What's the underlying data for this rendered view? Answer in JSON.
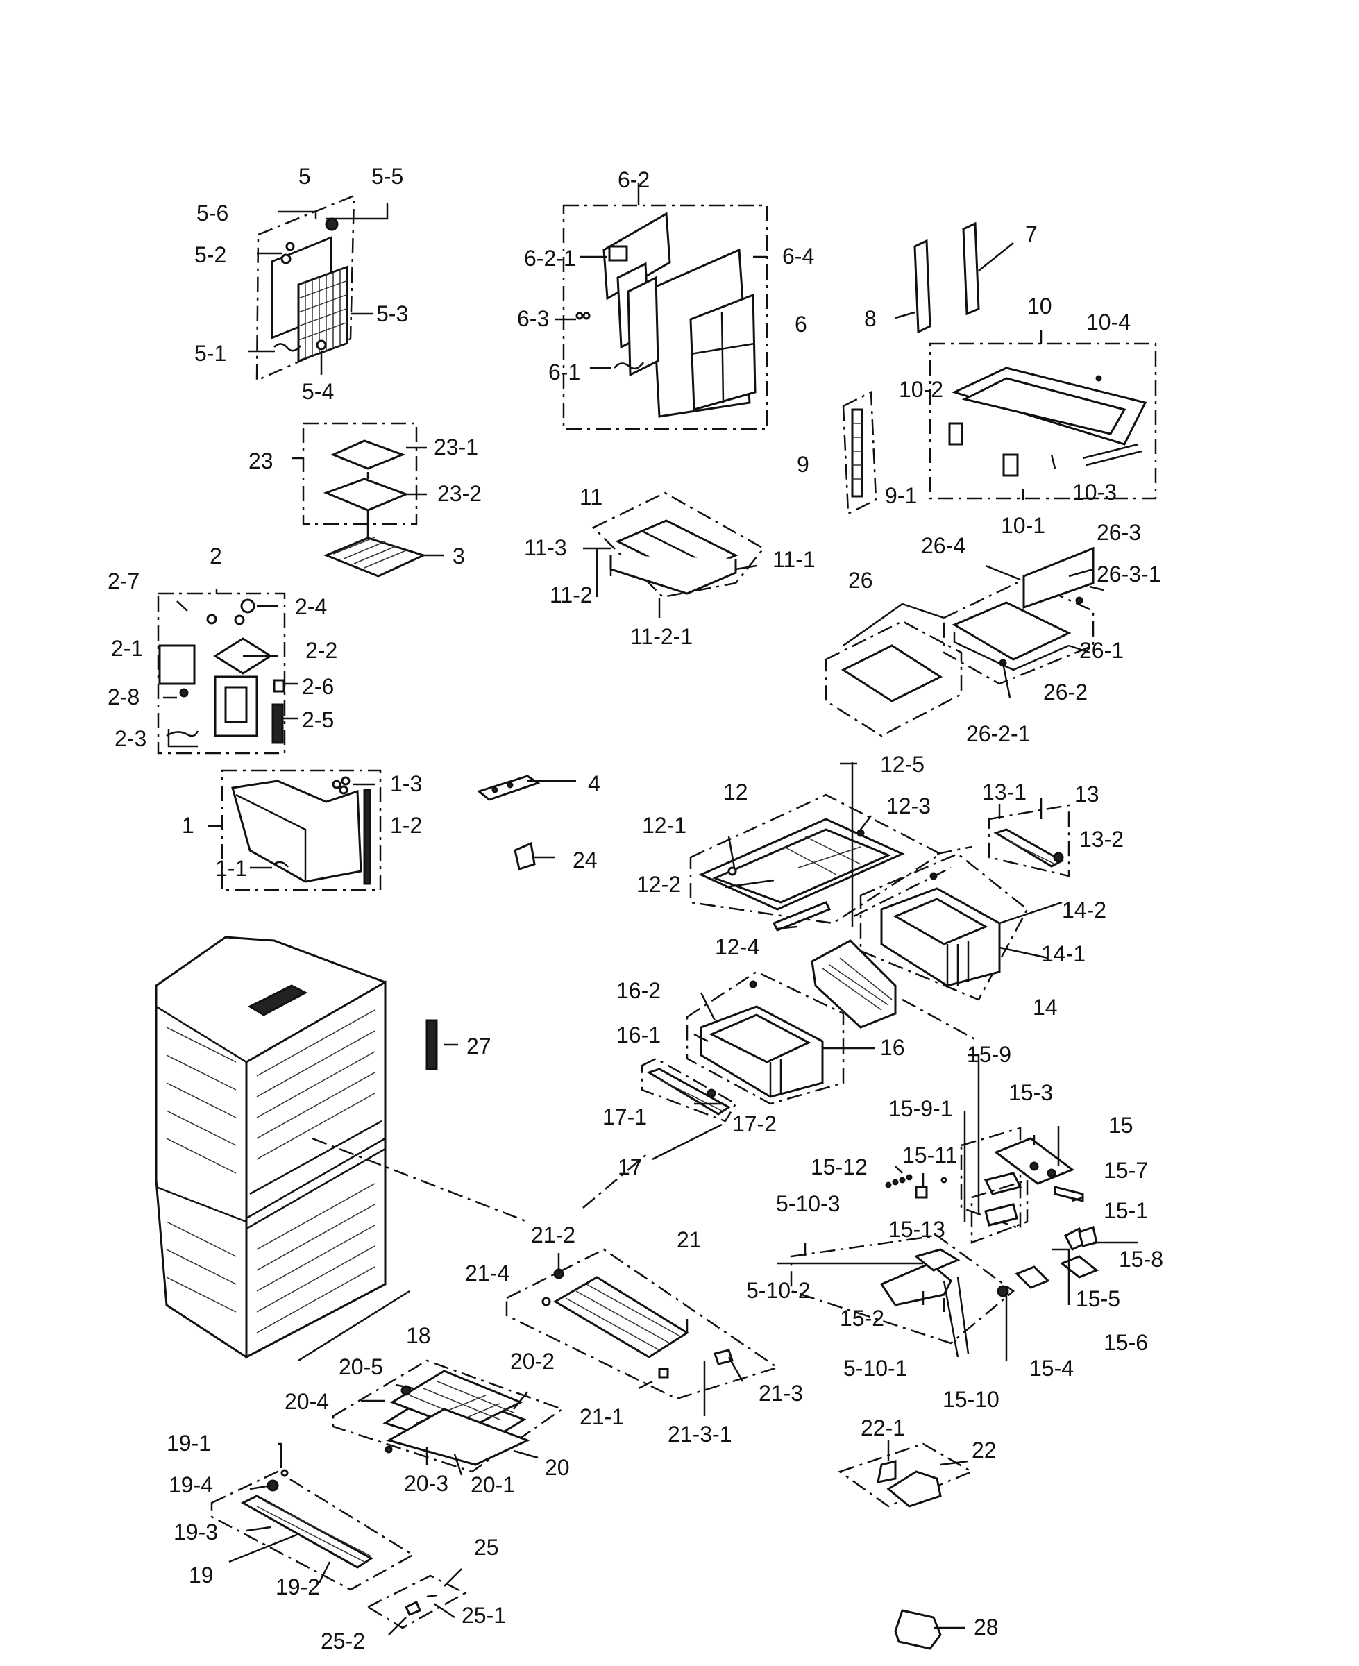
{
  "labels": [
    {
      "id": "5",
      "text": "5"
    },
    {
      "id": "5-5",
      "text": "5-5"
    },
    {
      "id": "5-6",
      "text": "5-6"
    },
    {
      "id": "5-2",
      "text": "5-2"
    },
    {
      "id": "5-3",
      "text": "5-3"
    },
    {
      "id": "5-1",
      "text": "5-1"
    },
    {
      "id": "5-4",
      "text": "5-4"
    },
    {
      "id": "6-2",
      "text": "6-2"
    },
    {
      "id": "6-2-1",
      "text": "6-2-1"
    },
    {
      "id": "6-4",
      "text": "6-4"
    },
    {
      "id": "6-3",
      "text": "6-3"
    },
    {
      "id": "6",
      "text": "6"
    },
    {
      "id": "6-1",
      "text": "6-1"
    },
    {
      "id": "7",
      "text": "7"
    },
    {
      "id": "8",
      "text": "8"
    },
    {
      "id": "10",
      "text": "10"
    },
    {
      "id": "10-4",
      "text": "10-4"
    },
    {
      "id": "10-2",
      "text": "10-2"
    },
    {
      "id": "9",
      "text": "9"
    },
    {
      "id": "9-1",
      "text": "9-1"
    },
    {
      "id": "10-3",
      "text": "10-3"
    },
    {
      "id": "10-1",
      "text": "10-1"
    },
    {
      "id": "23",
      "text": "23"
    },
    {
      "id": "23-1",
      "text": "23-1"
    },
    {
      "id": "23-2",
      "text": "23-2"
    },
    {
      "id": "3",
      "text": "3"
    },
    {
      "id": "11",
      "text": "11"
    },
    {
      "id": "11-3",
      "text": "11-3"
    },
    {
      "id": "11-1",
      "text": "11-1"
    },
    {
      "id": "11-2",
      "text": "11-2"
    },
    {
      "id": "11-2-1",
      "text": "11-2-1"
    },
    {
      "id": "26",
      "text": "26"
    },
    {
      "id": "26-4",
      "text": "26-4"
    },
    {
      "id": "26-3",
      "text": "26-3"
    },
    {
      "id": "26-3-1",
      "text": "26-3-1"
    },
    {
      "id": "26-1",
      "text": "26-1"
    },
    {
      "id": "26-2",
      "text": "26-2"
    },
    {
      "id": "26-2-1",
      "text": "26-2-1"
    },
    {
      "id": "2",
      "text": "2"
    },
    {
      "id": "2-7",
      "text": "2-7"
    },
    {
      "id": "2-4",
      "text": "2-4"
    },
    {
      "id": "2-1",
      "text": "2-1"
    },
    {
      "id": "2-2",
      "text": "2-2"
    },
    {
      "id": "2-6",
      "text": "2-6"
    },
    {
      "id": "2-8",
      "text": "2-8"
    },
    {
      "id": "2-5",
      "text": "2-5"
    },
    {
      "id": "2-3",
      "text": "2-3"
    },
    {
      "id": "1-3",
      "text": "1-3"
    },
    {
      "id": "1",
      "text": "1"
    },
    {
      "id": "1-2",
      "text": "1-2"
    },
    {
      "id": "1-1",
      "text": "1-1"
    },
    {
      "id": "4",
      "text": "4"
    },
    {
      "id": "24",
      "text": "24"
    },
    {
      "id": "12-5",
      "text": "12-5"
    },
    {
      "id": "12",
      "text": "12"
    },
    {
      "id": "12-3",
      "text": "12-3"
    },
    {
      "id": "12-1",
      "text": "12-1"
    },
    {
      "id": "12-2",
      "text": "12-2"
    },
    {
      "id": "12-4",
      "text": "12-4"
    },
    {
      "id": "13-1",
      "text": "13-1"
    },
    {
      "id": "13",
      "text": "13"
    },
    {
      "id": "13-2",
      "text": "13-2"
    },
    {
      "id": "14-2",
      "text": "14-2"
    },
    {
      "id": "14-1",
      "text": "14-1"
    },
    {
      "id": "14",
      "text": "14"
    },
    {
      "id": "16-2",
      "text": "16-2"
    },
    {
      "id": "16-1",
      "text": "16-1"
    },
    {
      "id": "16",
      "text": "16"
    },
    {
      "id": "27",
      "text": "27"
    },
    {
      "id": "17-1",
      "text": "17-1"
    },
    {
      "id": "17-2",
      "text": "17-2"
    },
    {
      "id": "17",
      "text": "17"
    },
    {
      "id": "15-9",
      "text": "15-9"
    },
    {
      "id": "15-9-1",
      "text": "15-9-1"
    },
    {
      "id": "15-3",
      "text": "15-3"
    },
    {
      "id": "15",
      "text": "15"
    },
    {
      "id": "15-12",
      "text": "15-12"
    },
    {
      "id": "15-11",
      "text": "15-11"
    },
    {
      "id": "15-7",
      "text": "15-7"
    },
    {
      "id": "5-10-3",
      "text": "5-10-3"
    },
    {
      "id": "15-1",
      "text": "15-1"
    },
    {
      "id": "15-13",
      "text": "15-13"
    },
    {
      "id": "15-8",
      "text": "15-8"
    },
    {
      "id": "5-10-2",
      "text": "5-10-2"
    },
    {
      "id": "15-2",
      "text": "15-2"
    },
    {
      "id": "15-5",
      "text": "15-5"
    },
    {
      "id": "15-6",
      "text": "15-6"
    },
    {
      "id": "5-10-1",
      "text": "5-10-1"
    },
    {
      "id": "15-4",
      "text": "15-4"
    },
    {
      "id": "15-10",
      "text": "15-10"
    },
    {
      "id": "21-2",
      "text": "21-2"
    },
    {
      "id": "21",
      "text": "21"
    },
    {
      "id": "21-4",
      "text": "21-4"
    },
    {
      "id": "18",
      "text": "18"
    },
    {
      "id": "20-5",
      "text": "20-5"
    },
    {
      "id": "20-2",
      "text": "20-2"
    },
    {
      "id": "20-4",
      "text": "20-4"
    },
    {
      "id": "21-3",
      "text": "21-3"
    },
    {
      "id": "21-1",
      "text": "21-1"
    },
    {
      "id": "21-3-1",
      "text": "21-3-1"
    },
    {
      "id": "19-1",
      "text": "19-1"
    },
    {
      "id": "20",
      "text": "20"
    },
    {
      "id": "19-4",
      "text": "19-4"
    },
    {
      "id": "20-1",
      "text": "20-1"
    },
    {
      "id": "20-3",
      "text": "20-3"
    },
    {
      "id": "19-3",
      "text": "19-3"
    },
    {
      "id": "22-1",
      "text": "22-1"
    },
    {
      "id": "22",
      "text": "22"
    },
    {
      "id": "25",
      "text": "25"
    },
    {
      "id": "19",
      "text": "19"
    },
    {
      "id": "19-2",
      "text": "19-2"
    },
    {
      "id": "25-1",
      "text": "25-1"
    },
    {
      "id": "25-2",
      "text": "25-2"
    },
    {
      "id": "28",
      "text": "28"
    }
  ]
}
